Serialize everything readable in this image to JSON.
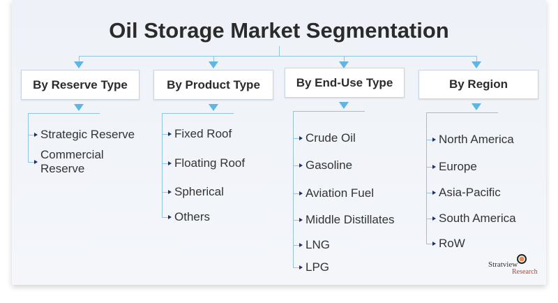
{
  "title": "Oil Storage Market Segmentation",
  "segments": [
    {
      "label": "By Reserve Type",
      "items": [
        "Strategic Reserve",
        "Commercial\nReserve"
      ]
    },
    {
      "label": "By Product Type",
      "items": [
        "Fixed Roof",
        "Floating Roof",
        "Spherical",
        "Others"
      ]
    },
    {
      "label": "By End-Use Type",
      "items": [
        "Crude Oil",
        "Gasoline",
        "Aviation Fuel",
        "Middle Distillates",
        "LNG",
        "LPG"
      ]
    },
    {
      "label": "By Region",
      "items": [
        "North America",
        "Europe",
        "Asia-Pacific",
        "South America",
        "RoW"
      ]
    }
  ],
  "logo": {
    "name": "Stratview",
    "sub": "Research"
  },
  "colors": {
    "connector": "#8fc4e2",
    "arrow": "#5fb6e3"
  }
}
